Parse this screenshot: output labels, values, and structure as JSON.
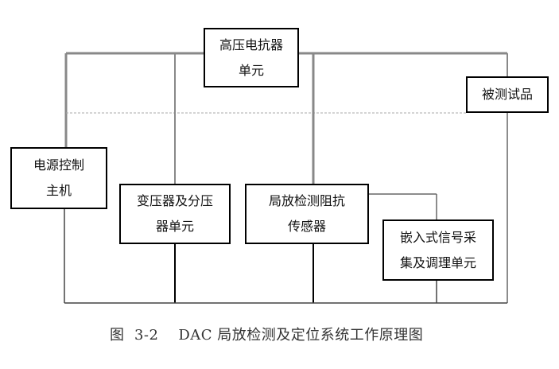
{
  "boxes": {
    "hv_reactor": {
      "line1": "高压电抗器",
      "line2": "单元"
    },
    "test_object": {
      "line1": "被测试品"
    },
    "power_control": {
      "line1": "电源控制",
      "line2": "主机"
    },
    "transformer": {
      "line1": "变压器及分压",
      "line2": "器单元"
    },
    "pd_impedance": {
      "line1": "局放检测阻抗",
      "line2": "传感器"
    },
    "signal_unit": {
      "line1": "嵌入式信号采",
      "line2": "集及调理单元"
    }
  },
  "caption": {
    "figure_no": "图  3-2",
    "title": "DAC 局放检测及定位系统工作原理图"
  }
}
